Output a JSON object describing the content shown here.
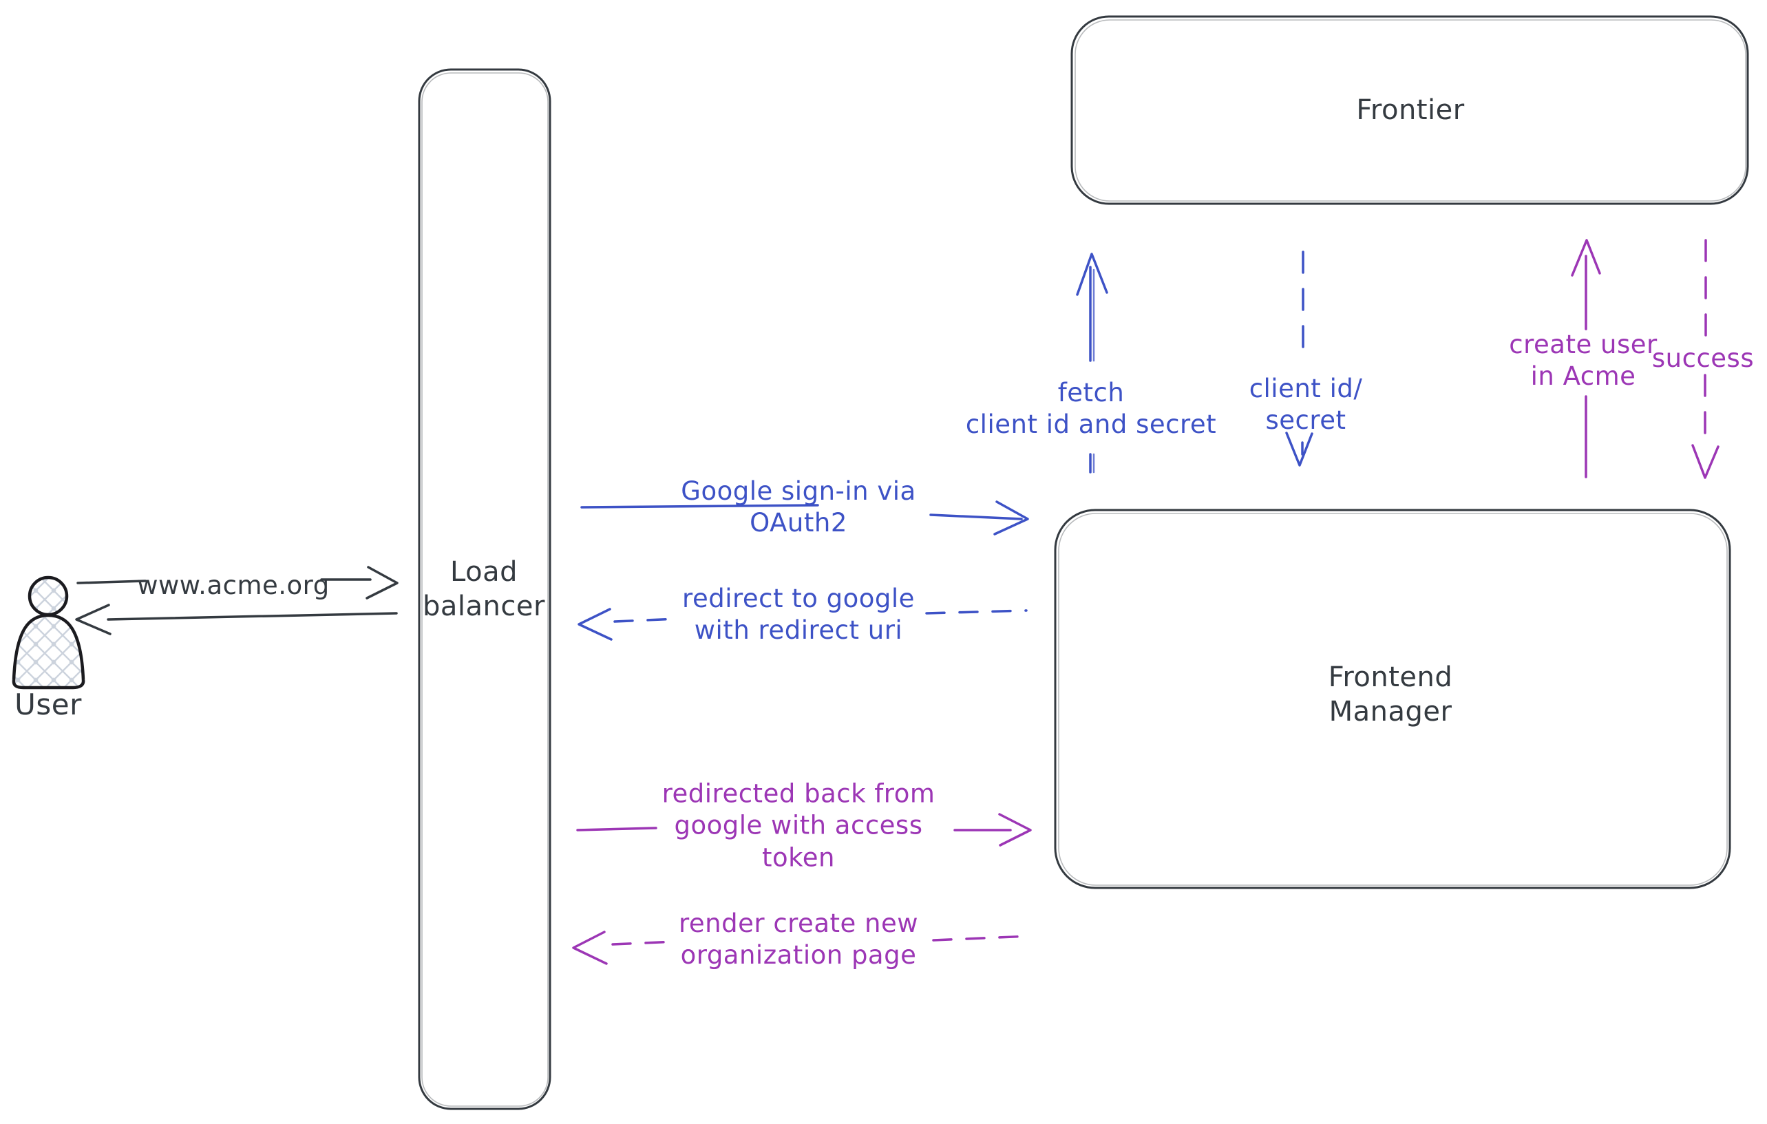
{
  "diagram_type": "flow-diagram",
  "colors": {
    "background": "#ffffff",
    "dark": "#343a40",
    "blue": "#3d52c6",
    "purple": "#9c36b5",
    "user_icon_stroke": "#1b1b1f",
    "user_icon_hatch": "#ccd3dd"
  },
  "nodes": {
    "user": {
      "label": "User",
      "shape": "person-icon"
    },
    "load_balancer": {
      "label": "Load\nbalancer",
      "shape": "rounded-rect"
    },
    "frontier": {
      "label": "Frontier",
      "shape": "rounded-rect"
    },
    "frontend_manager": {
      "label": "Frontend\nManager",
      "shape": "rounded-rect"
    }
  },
  "flows": {
    "www_acme": {
      "label": "www.acme.org",
      "from": "user",
      "to": "load_balancer",
      "line": "solid",
      "color": "dark"
    },
    "lb_response": {
      "label": "",
      "from": "load_balancer",
      "to": "user",
      "line": "solid",
      "color": "dark"
    },
    "google_signin": {
      "label": "Google sign-in via\nOAuth2",
      "from": "load_balancer",
      "to": "frontend_manager",
      "line": "solid",
      "color": "blue"
    },
    "redirect_google": {
      "label": "redirect to google\nwith redirect uri",
      "from": "frontend_manager",
      "to": "load_balancer",
      "line": "dashed",
      "color": "blue"
    },
    "fetch_client": {
      "label": "fetch\nclient id and secret",
      "from": "frontend_manager",
      "to": "frontier",
      "line": "solid",
      "color": "blue"
    },
    "client_id_secret": {
      "label": "client id/\nsecret",
      "from": "frontier",
      "to": "frontend_manager",
      "line": "dashed",
      "color": "blue"
    },
    "create_user": {
      "label": "create user\nin Acme",
      "from": "frontend_manager",
      "to": "frontier",
      "line": "solid",
      "color": "purple"
    },
    "success": {
      "label": "success",
      "from": "frontier",
      "to": "frontend_manager",
      "line": "dashed",
      "color": "purple"
    },
    "redirected_back": {
      "label": "redirected back from\ngoogle with access\ntoken",
      "from": "load_balancer",
      "to": "frontend_manager",
      "line": "solid",
      "color": "purple"
    },
    "render_org_page": {
      "label": "render create new\norganization page",
      "from": "frontend_manager",
      "to": "load_balancer",
      "line": "dashed",
      "color": "purple"
    }
  }
}
